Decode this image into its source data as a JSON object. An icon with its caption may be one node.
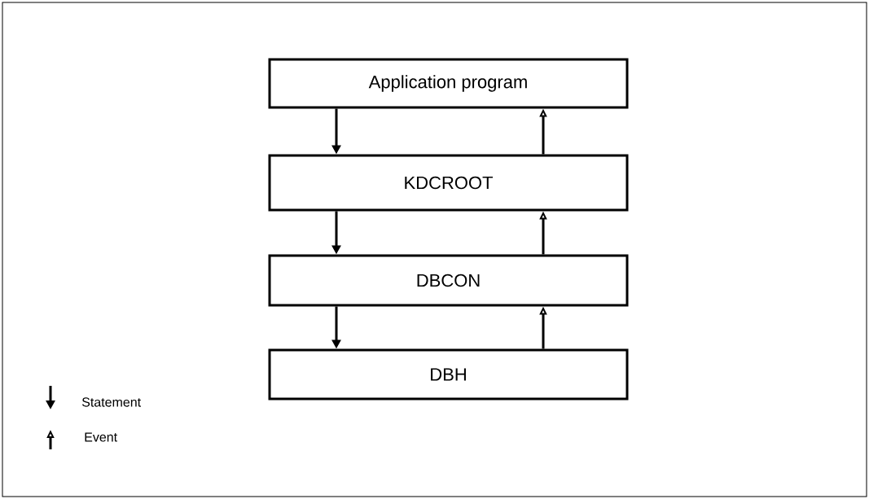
{
  "diagram": {
    "nodes": [
      {
        "text": [
          "Application program"
        ]
      },
      {
        "text": [
          "KDCROOT"
        ]
      },
      {
        "text": [
          "DBCON"
        ]
      },
      {
        "text": [
          "DBH"
        ]
      }
    ],
    "edges": [
      {
        "from": 0,
        "to": 1,
        "arrow": "to"
      },
      {
        "from": 1,
        "to": 0,
        "arrow": "to"
      },
      {
        "from": 1,
        "to": 2,
        "arrow": "to"
      },
      {
        "from": 2,
        "to": 1,
        "arrow": "to"
      },
      {
        "from": 2,
        "to": 3,
        "arrow": "to"
      },
      {
        "from": 3,
        "to": 2,
        "arrow": "to"
      }
    ],
    "legend": [
      {
        "text": "Statement"
      },
      {
        "text": "Event"
      }
    ]
  }
}
